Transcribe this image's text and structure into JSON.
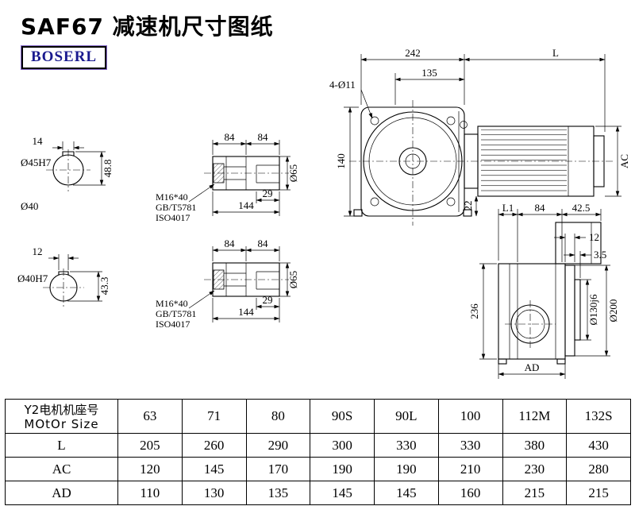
{
  "page": {
    "title": "SAF67 减速机尺寸图纸",
    "logo": "BOSERL"
  },
  "views": {
    "section_top": {
      "w": "14",
      "h": "48.8",
      "bore": "Ø45H7"
    },
    "section_bottom": {
      "w": "12",
      "h": "43.3",
      "bore": "Ø40H7",
      "outer": "Ø40"
    },
    "shaft_top": {
      "a": "84",
      "b": "84",
      "depth": "29",
      "len": "144",
      "dia": "Ø65",
      "note1": "M16*40",
      "note2": "GB/T5781",
      "note3": "ISO4017"
    },
    "shaft_bottom": {
      "a": "84",
      "b": "84",
      "depth": "29",
      "len": "144",
      "dia": "Ø65",
      "note1": "M16*40",
      "note2": "GB/T5781",
      "note3": "ISO4017"
    },
    "main": {
      "w242": "242",
      "L": "L",
      "w135": "135",
      "holes": "4-Ø11",
      "h140": "140",
      "h22": "22",
      "ac": "AC"
    },
    "side": {
      "L1": "L1",
      "d84": "84",
      "d425": "42.5",
      "d12": "12",
      "d35": "3.5",
      "h236": "236",
      "d130": "Ø130j6",
      "d200": "Ø200",
      "ad": "AD"
    }
  },
  "table": {
    "header": {
      "line1": "Y2电机机座号",
      "line2": "MOtOr Size"
    },
    "sizes": [
      "63",
      "71",
      "80",
      "90S",
      "90L",
      "100",
      "112M",
      "132S"
    ],
    "rows": [
      {
        "label": "L",
        "values": [
          "205",
          "260",
          "290",
          "300",
          "330",
          "330",
          "380",
          "430"
        ]
      },
      {
        "label": "AC",
        "values": [
          "120",
          "145",
          "170",
          "190",
          "190",
          "210",
          "230",
          "280"
        ]
      },
      {
        "label": "AD",
        "values": [
          "110",
          "130",
          "135",
          "145",
          "145",
          "160",
          "215",
          "215"
        ]
      }
    ]
  }
}
